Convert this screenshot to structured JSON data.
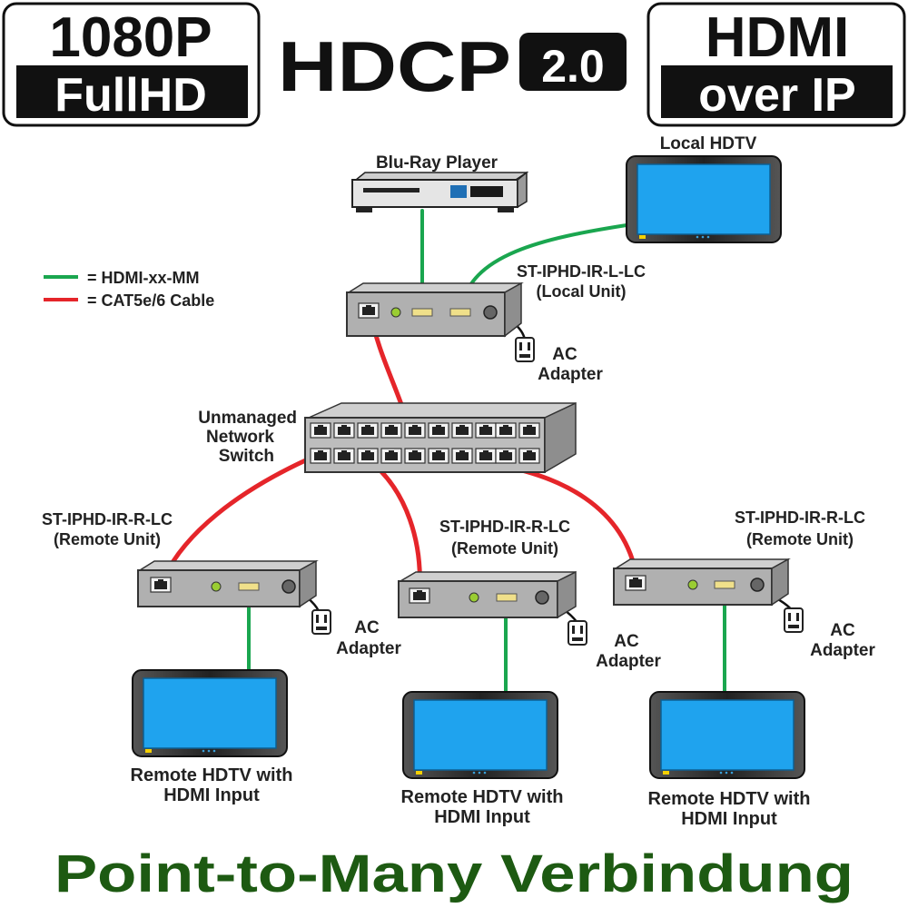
{
  "badges": {
    "left": {
      "top": "1080P",
      "bottom": "FullHD"
    },
    "center": {
      "main": "HDCP",
      "version": "2.0"
    },
    "right": {
      "top": "HDMI",
      "bottom": "over IP"
    }
  },
  "legend": {
    "hdmi": {
      "label": "= HDMI-xx-MM",
      "color": "#1aa64f"
    },
    "cat": {
      "label": "= CAT5e/6 Cable",
      "color": "#e5252a"
    }
  },
  "devices": {
    "bluray": "Blu-Ray Player",
    "local_hdtv": "Local HDTV",
    "local_unit": {
      "model": "ST-IPHD-IR-L-LC",
      "role": "(Local Unit)"
    },
    "switch": {
      "line1": "Unmanaged",
      "line2": "Network",
      "line3": "Switch"
    },
    "remote_unit": {
      "model": "ST-IPHD-IR-R-LC",
      "role": "(Remote Unit)"
    },
    "ac_adapter": {
      "line1": "AC",
      "line2": "Adapter"
    },
    "remote_hdtv": {
      "line1": "Remote HDTV with",
      "line2": "HDMI Input"
    }
  },
  "footer": "Point-to-Many Verbindung",
  "colors": {
    "screen": "#1fa3ee",
    "tv_frame": "#2d2d2d",
    "device": "#a8a8a8",
    "footer": "#1d5a12"
  }
}
